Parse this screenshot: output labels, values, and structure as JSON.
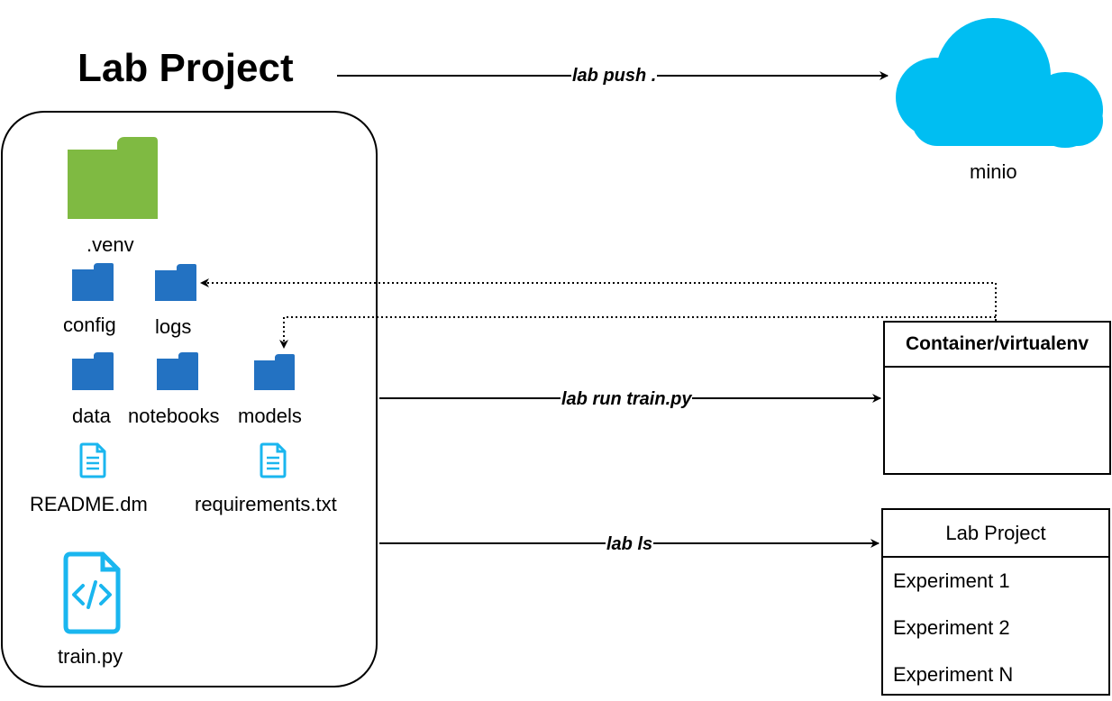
{
  "title": "Lab Project",
  "project": {
    "venv_label": ".venv",
    "folders": [
      {
        "label": "config"
      },
      {
        "label": "logs"
      },
      {
        "label": "data"
      },
      {
        "label": "notebooks"
      },
      {
        "label": "models"
      }
    ],
    "files": [
      {
        "label": "README.dm"
      },
      {
        "label": "requirements.txt"
      }
    ],
    "script_label": "train.py"
  },
  "edges": {
    "push": "lab push .",
    "run": "lab run train.py",
    "ls": "lab ls"
  },
  "minio_label": "minio",
  "container": {
    "title": "Container/virtualenv"
  },
  "lab_list": {
    "title": "Lab Project",
    "items": [
      "Experiment 1",
      "Experiment 2",
      "Experiment N"
    ]
  },
  "colors": {
    "venv_folder": "#7FBA42",
    "folder": "#2372C2",
    "file_icon": "#1AB6EF",
    "cloud": "#00BEF2"
  }
}
